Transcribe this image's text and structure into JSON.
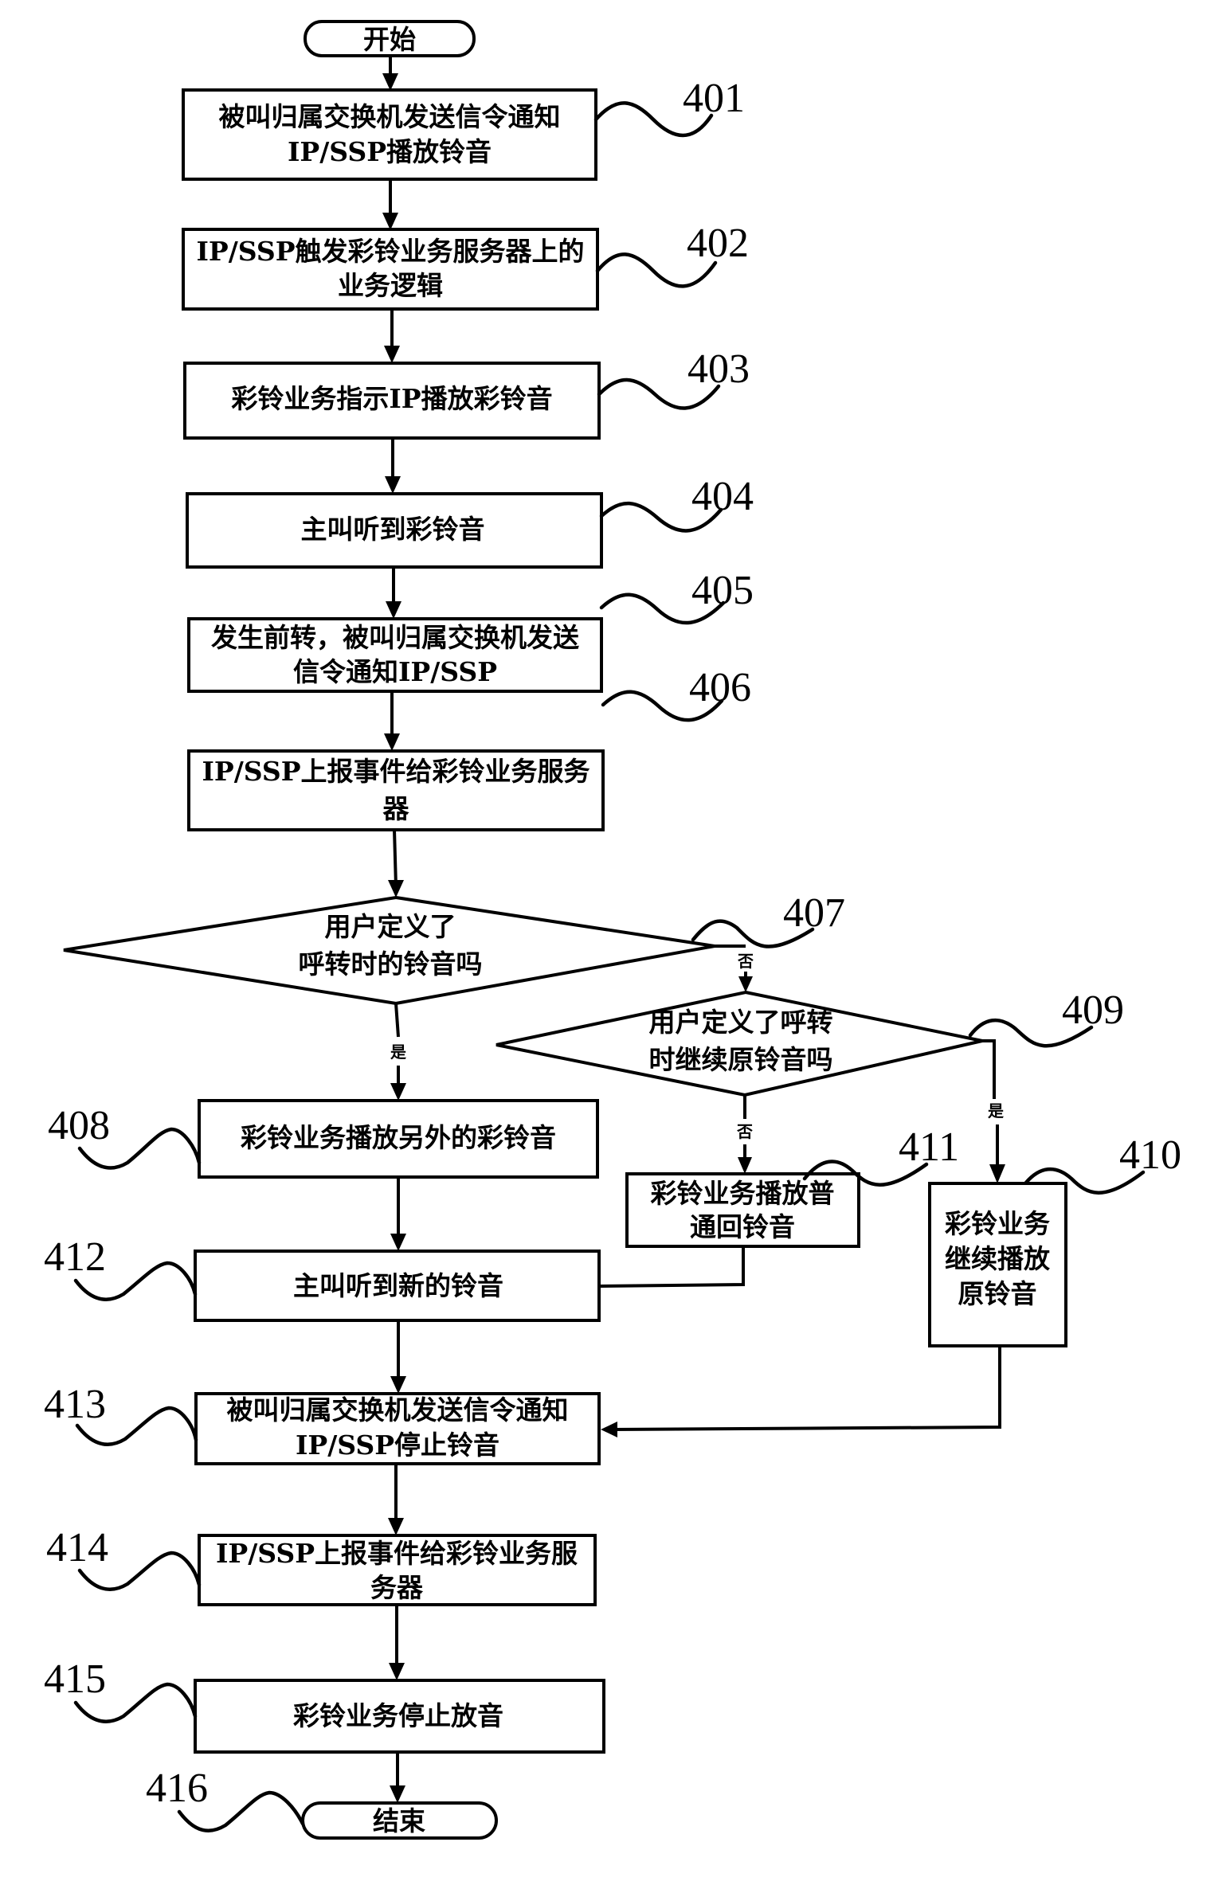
{
  "diagram": {
    "type": "flowchart",
    "start_label": "开始",
    "end_label": "结束",
    "steps": [
      {
        "id": "401",
        "lines": [
          "被叫归属交换机发送信令通知",
          "IP/SSP播放铃音"
        ]
      },
      {
        "id": "402",
        "lines": [
          "IP/SSP触发彩铃业务服务器上的",
          "业务逻辑"
        ]
      },
      {
        "id": "403",
        "lines": [
          "彩铃业务指示IP播放彩铃音"
        ]
      },
      {
        "id": "404",
        "lines": [
          "主叫听到彩铃音"
        ]
      },
      {
        "id": "405",
        "lines": [
          "发生前转，被叫归属交换机发送",
          "信令通知IP/SSP"
        ]
      },
      {
        "id": "406",
        "lines": [
          "IP/SSP上报事件给彩铃业务服务",
          "器"
        ]
      },
      {
        "id": "408",
        "lines": [
          "彩铃业务播放另外的彩铃音"
        ]
      },
      {
        "id": "411",
        "lines": [
          "彩铃业务播放普",
          "通回铃音"
        ]
      },
      {
        "id": "410",
        "lines": [
          "彩铃业务",
          "继续播放",
          "原铃音"
        ]
      },
      {
        "id": "412",
        "lines": [
          "主叫听到新的铃音"
        ]
      },
      {
        "id": "413",
        "lines": [
          "被叫归属交换机发送信令通知",
          "IP/SSP停止铃音"
        ]
      },
      {
        "id": "414",
        "lines": [
          "IP/SSP上报事件给彩铃业务服",
          "务器"
        ]
      },
      {
        "id": "415",
        "lines": [
          "彩铃业务停止放音"
        ]
      }
    ],
    "decisions": [
      {
        "id": "407",
        "lines": [
          "用户定义了",
          "呼转时的铃音吗"
        ],
        "yes_label": "是",
        "no_label": "否"
      },
      {
        "id": "409",
        "lines": [
          "用户定义了呼转",
          "时继续原铃音吗"
        ],
        "yes_label": "是",
        "no_label": "否"
      }
    ],
    "end_ref": "416"
  }
}
